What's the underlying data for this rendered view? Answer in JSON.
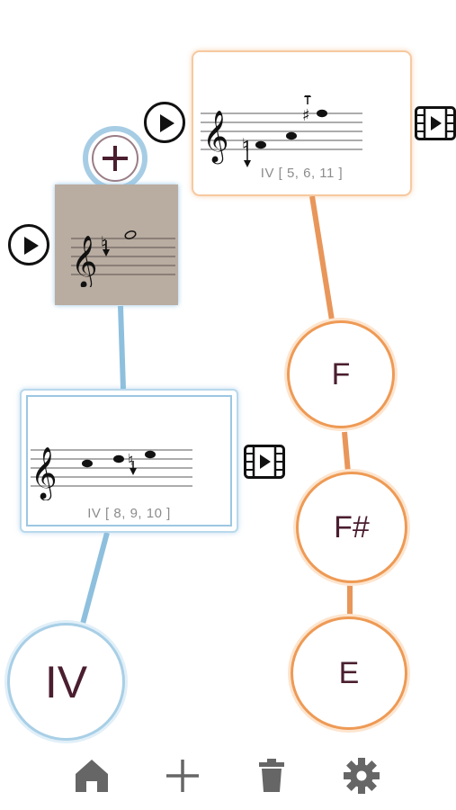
{
  "cards": {
    "top": {
      "caption": "IV   [ 5, 6, 11 ]"
    },
    "middle": {
      "caption": "IV   [ 8, 9, 10 ]"
    }
  },
  "nodes": {
    "chord_root": "IV",
    "f": "F",
    "f_sharp": "F#",
    "e": "E"
  },
  "icons": {
    "play": "play-icon",
    "video": "video-icon",
    "add": "plus-icon",
    "home": "home-icon",
    "new": "plus-icon",
    "delete": "trash-icon",
    "settings": "gear-icon"
  },
  "colors": {
    "orange_line": "#e9965a",
    "blue_line": "#8ec0de",
    "node_text": "#4a1e2f",
    "selected_card": "#b9aca0",
    "toolbar_icon": "#666666"
  }
}
